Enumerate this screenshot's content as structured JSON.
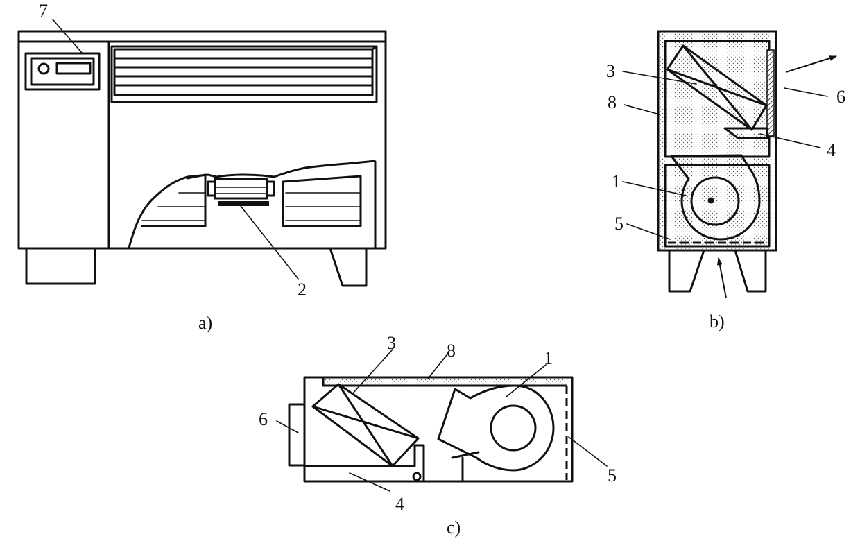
{
  "figures": {
    "a": {
      "caption": "a)",
      "labels": {
        "n7": "7",
        "n2": "2"
      }
    },
    "b": {
      "caption": "b)",
      "labels": {
        "n3": "3",
        "n8": "8",
        "n1": "1",
        "n5": "5",
        "n6": "6",
        "n4": "4"
      }
    },
    "c": {
      "caption": "c)",
      "labels": {
        "n3": "3",
        "n8": "8",
        "n1": "1",
        "n6": "6",
        "n5": "5",
        "n4": "4"
      }
    }
  }
}
